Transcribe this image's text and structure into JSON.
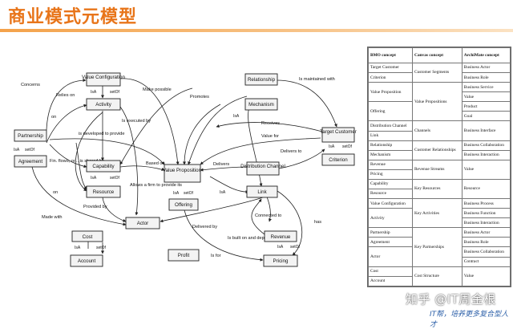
{
  "page": {
    "title": "商业模式元模型"
  },
  "diagram": {
    "nodes": {
      "value_configuration": "Value Configuration",
      "activity": "Activity",
      "partnership": "Partnership",
      "agreement": "Agreement",
      "capability": "Capability",
      "resource": "Resource",
      "value_proposition": "Value Proposition",
      "offering": "Offering",
      "actor": "Actor",
      "cost": "Cost",
      "account": "Account",
      "profit": "Profit",
      "relationship": "Relationship",
      "mechanism": "Mechanism",
      "target_customer": "Target Customer",
      "criterion": "Criterion",
      "distribution_channel": "Distribution Channel",
      "link": "Link",
      "revenue": "Revenue",
      "pricing": "Pricing"
    },
    "edge_labels": {
      "concerns": "Concerns",
      "relies_on": "Relies on",
      "make_possible": "Make possible",
      "on_1": "on",
      "on_2": "on",
      "is_developed_to_provide": "is developed to provide",
      "fin_flows": "Fin. flows, or... is shared by",
      "is_executed_by": "Is executed by",
      "allows_a_firm": "Allows a firm to provide its",
      "based_on": "Based on",
      "provided_by": "Provided by",
      "made_with": "Made with",
      "promotes": "Promotes",
      "is_maintained_with": "Is maintained with",
      "receives": "Receives",
      "value_for": "Value for",
      "delivers_to": "Delivers to",
      "delivers": "Delivers",
      "connected_to": "Connected to",
      "delivered_by": "Delivered by",
      "is_built_on": "Is built on and depends on",
      "is_for": "Is for",
      "has": "has"
    },
    "inheritance": {
      "isa": "IsA",
      "setof": "setOf"
    }
  },
  "mapping_table": {
    "headers": [
      "BMO concept",
      "Canvas concept",
      "ArchiMate concept"
    ],
    "groups": [
      {
        "bmo": [
          "Target Customer",
          "Criterion"
        ],
        "canvas": "Customer Segments",
        "archimate": [
          "Business Actor",
          "Business Role"
        ]
      },
      {
        "bmo": [
          "Value Proposition",
          "Offering"
        ],
        "canvas": "Value Propositions",
        "archimate": [
          "Business Service",
          "Value",
          "Product",
          "Goal"
        ]
      },
      {
        "bmo": [
          "Distribution Channel",
          "Link"
        ],
        "canvas": "Channels",
        "archimate": [
          "Business Interface"
        ]
      },
      {
        "bmo": [
          "Relationship",
          "Mechanism"
        ],
        "canvas": "Customer Relationships",
        "archimate": [
          "Business Collaboration",
          "Business Interaction"
        ]
      },
      {
        "bmo": [
          "Revenue",
          "Pricing"
        ],
        "canvas": "Revenue Streams",
        "archimate": [
          "Value"
        ]
      },
      {
        "bmo": [
          "Capability",
          "Resource"
        ],
        "canvas": "Key Resources",
        "archimate": [
          "Resource"
        ]
      },
      {
        "bmo": [
          "Value Configuration",
          "Activity"
        ],
        "canvas": "Key Activities",
        "archimate": [
          "Business Process",
          "Business Function",
          "Business Interaction"
        ]
      },
      {
        "bmo": [
          "Partnership",
          "Agreement",
          "Actor"
        ],
        "canvas": "Key Partnerships",
        "archimate": [
          "Business Actor",
          "Business Role",
          "Business Collaboration",
          "Contract"
        ]
      },
      {
        "bmo": [
          "Cost",
          "Account"
        ],
        "canvas": "Cost Structure",
        "archimate": [
          "Value"
        ]
      }
    ]
  },
  "watermark": {
    "line1": "知乎 @IT周金根",
    "line2": "IT帮，培养更多复合型人才"
  }
}
